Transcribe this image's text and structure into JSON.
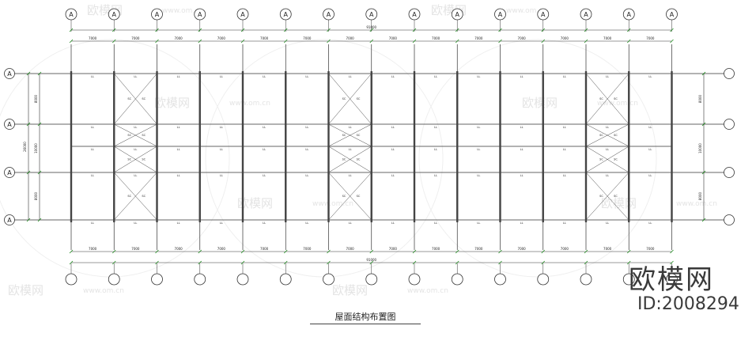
{
  "drawing": {
    "caption": "屋面结构布置图",
    "axis_label": "A",
    "overall_dim": "91000",
    "bay_dim": "7000",
    "left_dim_top": "8000",
    "left_dim_mid": "10000",
    "left_dim_bot": "8000",
    "left_dim_total": "26000",
    "right_dim_top": "8000",
    "right_dim_mid": "10000",
    "right_dim_bot": "8000",
    "beam_label": "LL",
    "brace_label": "SC",
    "watermark_site": "www.om.cn",
    "watermark_brand": "欧模网"
  },
  "brand": {
    "name": "欧模网",
    "id": "ID:2008294"
  }
}
